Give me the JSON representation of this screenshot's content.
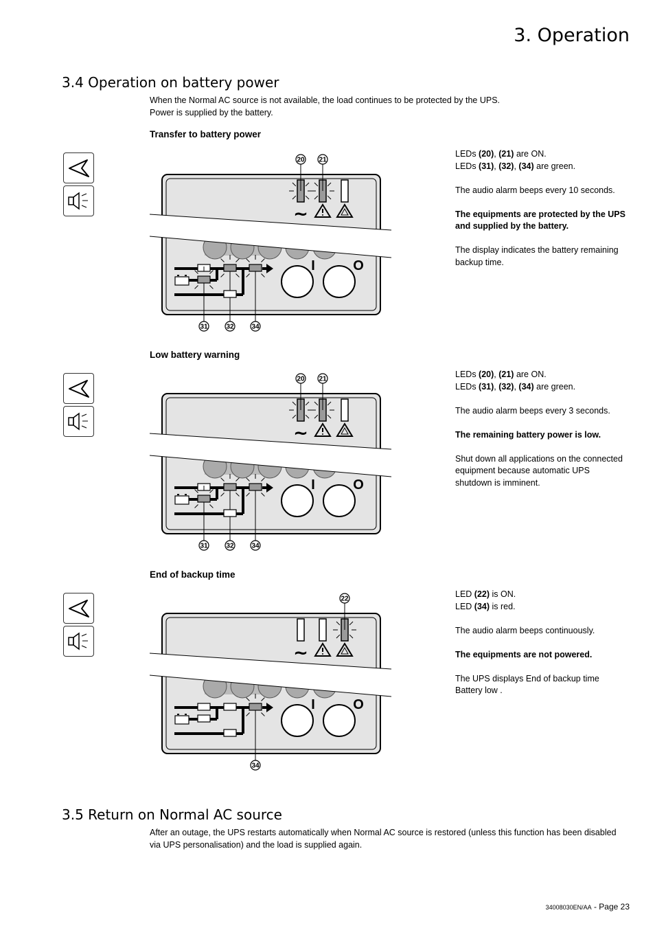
{
  "header": {
    "chapter_title": "3. Operation"
  },
  "section_34": {
    "title": "3.4 Operation on battery power",
    "intro_lines": [
      "When the Normal AC source is not available, the load continues to be protected by the UPS.",
      "Power is supplied by the battery."
    ]
  },
  "transfer": {
    "title": "Transfer to battery power",
    "callouts_top": [
      "20",
      "21"
    ],
    "callouts_bottom": [
      "31",
      "32",
      "34"
    ],
    "notes": [
      {
        "segments": [
          {
            "t": "LEDs "
          },
          {
            "t": "(20)",
            "b": true
          },
          {
            "t": ", "
          },
          {
            "t": "(21)",
            "b": true
          },
          {
            "t": " are ON."
          }
        ]
      },
      {
        "segments": [
          {
            "t": "LEDs "
          },
          {
            "t": "(31)",
            "b": true
          },
          {
            "t": ", "
          },
          {
            "t": "(32)",
            "b": true
          },
          {
            "t": ", "
          },
          {
            "t": "(34)",
            "b": true
          },
          {
            "t": " are green."
          }
        ]
      },
      {
        "gap": true
      },
      {
        "segments": [
          {
            "t": "The audio alarm beeps every 10 seconds."
          }
        ]
      },
      {
        "gap": true
      },
      {
        "segments": [
          {
            "t": "The equipments are  protected by the UPS",
            "b": true
          }
        ]
      },
      {
        "segments": [
          {
            "t": "and supplied by the battery.",
            "b": true
          }
        ]
      },
      {
        "gap": true
      },
      {
        "segments": [
          {
            "t": "The display indicates the battery remaining"
          }
        ]
      },
      {
        "segments": [
          {
            "t": "backup time."
          }
        ]
      }
    ]
  },
  "low_battery": {
    "title": "Low battery warning",
    "callouts_top": [
      "20",
      "21"
    ],
    "callouts_bottom": [
      "31",
      "32",
      "34"
    ],
    "notes": [
      {
        "segments": [
          {
            "t": "LEDs "
          },
          {
            "t": "(20)",
            "b": true
          },
          {
            "t": ", "
          },
          {
            "t": "(21)",
            "b": true
          },
          {
            "t": " are ON."
          }
        ]
      },
      {
        "segments": [
          {
            "t": "LEDs "
          },
          {
            "t": "(31)",
            "b": true
          },
          {
            "t": ", "
          },
          {
            "t": "(32)",
            "b": true
          },
          {
            "t": ", "
          },
          {
            "t": "(34)",
            "b": true
          },
          {
            "t": " are green."
          }
        ]
      },
      {
        "gap": true
      },
      {
        "segments": [
          {
            "t": "The audio alarm beeps every 3 seconds."
          }
        ]
      },
      {
        "gap": true
      },
      {
        "segments": [
          {
            "t": "The remaining battery power is low.",
            "b": true
          }
        ]
      },
      {
        "gap": true
      },
      {
        "segments": [
          {
            "t": "Shut down all applications on the connected"
          }
        ]
      },
      {
        "segments": [
          {
            "t": "equipment because automatic UPS"
          }
        ]
      },
      {
        "segments": [
          {
            "t": "shutdown is imminent."
          }
        ]
      }
    ]
  },
  "end_backup": {
    "title": "End of backup time",
    "callouts_top": [
      "22"
    ],
    "callouts_bottom": [
      "34"
    ],
    "notes": [
      {
        "segments": [
          {
            "t": "LED "
          },
          {
            "t": "(22)",
            "b": true
          },
          {
            "t": " is ON."
          }
        ]
      },
      {
        "segments": [
          {
            "t": "LED "
          },
          {
            "t": "(34)",
            "b": true
          },
          {
            "t": " is red."
          }
        ]
      },
      {
        "gap": true
      },
      {
        "segments": [
          {
            "t": "The audio alarm beeps continuously."
          }
        ]
      },
      {
        "gap": true
      },
      {
        "segments": [
          {
            "t": "The equipments are not powered.",
            "b": true
          }
        ]
      },
      {
        "gap": true
      },
      {
        "segments": [
          {
            "t": "The UPS displays   End of backup time"
          }
        ]
      },
      {
        "segments": [
          {
            "t": "Battery low  ."
          }
        ]
      }
    ]
  },
  "panel_labels": {
    "on": "I",
    "off": "O",
    "ac": "~"
  },
  "section_35": {
    "title": "3.5 Return on Normal AC source",
    "body_lines": [
      "After an outage, the UPS restarts automatically when Normal AC source is restored (unless this function has been disabled",
      "via UPS personalisation) and the load is supplied again."
    ]
  },
  "footer": {
    "doc_ref": "34008030EN/AA",
    "page": " - Page 23"
  }
}
